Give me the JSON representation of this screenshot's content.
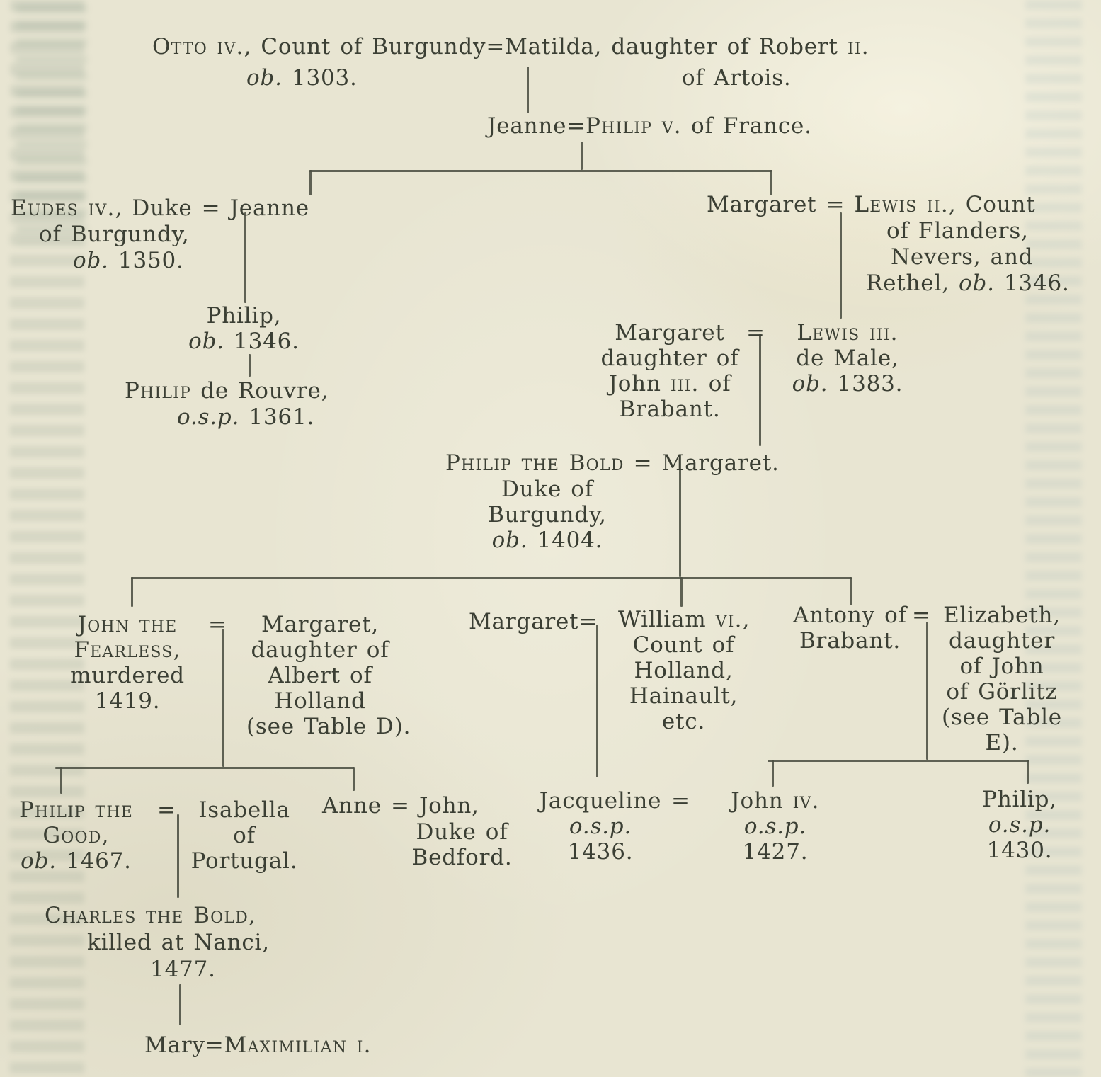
{
  "colors": {
    "paper": "#e8e5d2",
    "ink": "#3b3f34",
    "line": "#4b4f42"
  },
  "tree": {
    "otto": {
      "name": "Otto iv.",
      "text1": ", Count of Burgundy=Matilda, daughter of Robert ",
      "num": "ii.",
      "ob": "ob.",
      "year": " 1303.",
      "spouse_origin": "of Artois."
    },
    "jeanne_philip": {
      "pre": "Jeanne=",
      "name": "Philip v.",
      "post": " of France."
    },
    "eudes": {
      "name": "Eudes iv.",
      "text1": ", Duke = Jeanne",
      "line2": "of Burgundy,",
      "ob": "ob.",
      "year": " 1350."
    },
    "philip_1346": {
      "line1": "Philip,",
      "ob": "ob.",
      "year": " 1346."
    },
    "philip_rouvre": {
      "name": "Philip",
      "text1": " de Rouvre,",
      "osp": "o.s.p.",
      "year": " 1361."
    },
    "margaret_lewis2": {
      "pre": "Margaret = ",
      "name": "Lewis ii.",
      "post": ", Count",
      "line2": "of Flanders,",
      "line3": "Nevers, and",
      "line4_pre": "Rethel, ",
      "ob": "ob.",
      "year": " 1346."
    },
    "margaret_brabant": {
      "line1": "Margaret",
      "line2": "daughter of",
      "line3_pre": "John ",
      "line3_num": "iii.",
      "line3_post": " of",
      "line4": "Brabant.",
      "eq": "="
    },
    "lewis3": {
      "name": "Lewis iii.",
      "line2": "de Male,",
      "ob": "ob.",
      "year": " 1383."
    },
    "philip_bold": {
      "name": "Philip the Bold",
      "text1": " = Margaret.",
      "line2": "Duke of",
      "line3": "Burgundy,",
      "ob": "ob.",
      "year": " 1404."
    },
    "john_fearless": {
      "name1": "John the",
      "name2": "Fearless,",
      "line3": "murdered",
      "line4": "1419.",
      "eq": "="
    },
    "margaret_holland": {
      "line1": "Margaret,",
      "line2": "daughter of",
      "line3": "Albert of",
      "line4": "Holland",
      "line5": "(see Table D)."
    },
    "margaret_william": {
      "line1": "Margaret="
    },
    "william6": {
      "pre": "William ",
      "num": "vi.",
      "post": ",",
      "line2": "Count of",
      "line3": "Holland,",
      "line4": "Hainault,",
      "line5": "etc."
    },
    "antony": {
      "line1": "Antony of",
      "line2": "Brabant.",
      "eq": "="
    },
    "elizabeth": {
      "line1": "Elizabeth,",
      "line2": "daughter",
      "line3": "of John",
      "line4": "of Görlitz",
      "line5": "(see Table",
      "line6": "E)."
    },
    "philip_good": {
      "name1": "Philip the",
      "name2": "Good,",
      "ob": "ob.",
      "year": " 1467.",
      "eq": "="
    },
    "isabella": {
      "line1": "Isabella",
      "line2": "of",
      "line3": "Portugal."
    },
    "anne_john": {
      "line1": "Anne = John,",
      "line2": "Duke of",
      "line3": "Bedford."
    },
    "jacqueline": {
      "line1": "Jacqueline",
      "osp": "o.s.p.",
      "year": "1436.",
      "eq": "="
    },
    "john4": {
      "pre": "John ",
      "num": "iv.",
      "osp": "o.s.p.",
      "year": "1427."
    },
    "philip_1430": {
      "line1": "Philip,",
      "osp": "o.s.p.",
      "year": "1430."
    },
    "charles_bold": {
      "name": "Charles the Bold",
      "post": ",",
      "line2": "killed at Nanci,",
      "line3": "1477."
    },
    "mary": {
      "pre": "Mary=",
      "name": "Maximilian i."
    }
  }
}
